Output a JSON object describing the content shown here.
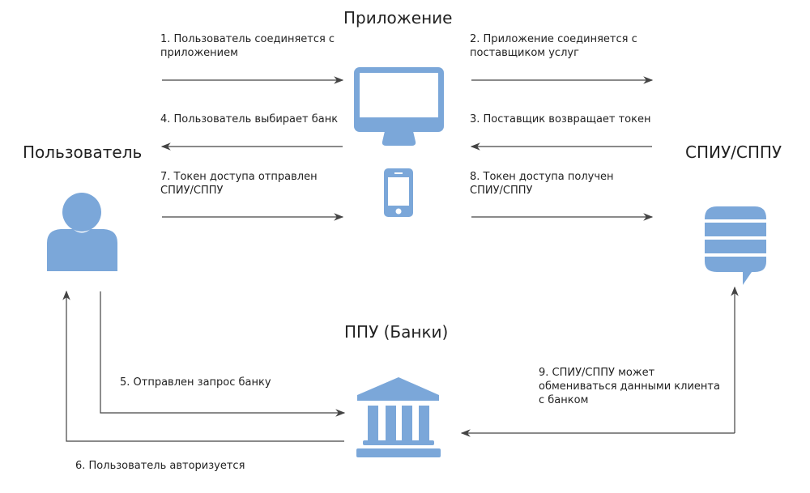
{
  "nodes": {
    "app": "Приложение",
    "user": "Пользователь",
    "provider": "СПИУ/СППУ",
    "banks": "ППУ (Банки)"
  },
  "steps": [
    {
      "line1": "1. Пользователь соединяется с",
      "line2": "приложением"
    },
    {
      "line1": "2. Приложение соединяется с",
      "line2": "поставщиком услуг"
    },
    {
      "line1": "3. Поставщик возвращает токен"
    },
    {
      "line1": "4. Пользователь выбирает банк"
    },
    {
      "line1": "5. Отправлен запрос банку"
    },
    {
      "line1": "6. Пользователь авторизуется"
    },
    {
      "line1": "7. Токен доступа отправлен",
      "line2": "СПИУ/СППУ"
    },
    {
      "line1": "8. Токен доступа получен",
      "line2": "СПИУ/СППУ"
    },
    {
      "line1": "9. СПИУ/СППУ может",
      "line2": "обмениваться данными клиента",
      "line3": "с банком"
    }
  ],
  "colors": {
    "icon": "#7BA7D9",
    "arrow": "#444444"
  }
}
